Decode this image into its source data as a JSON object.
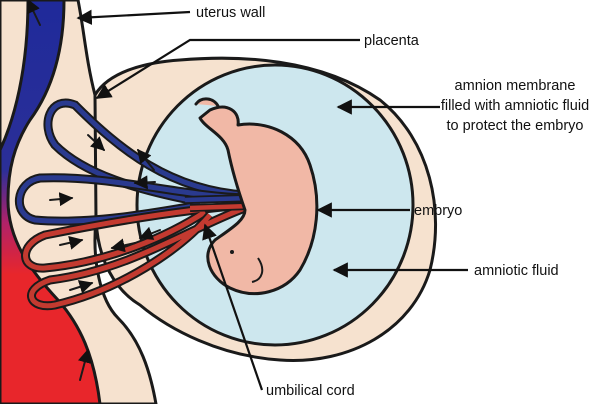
{
  "labels": {
    "uterus_wall": "uterus wall",
    "placenta": "placenta",
    "amnion_line1": "amnion membrane",
    "amnion_line2": "filled with amniotic fluid",
    "amnion_line3": "to protect the embryo",
    "embryo": "embryo",
    "amniotic_fluid": "amniotic fluid",
    "umbilical_cord": "umbilical cord"
  },
  "colors": {
    "tissue": "#f6e2cf",
    "amniotic_fluid": "#cde7ee",
    "embryo": "#f1b8a6",
    "vein_blue": "#2a3a8f",
    "artery_red": "#c33a30",
    "blood_blue": "#1f2a9a",
    "blood_red": "#e8262b",
    "outline": "#1a1a1a"
  }
}
